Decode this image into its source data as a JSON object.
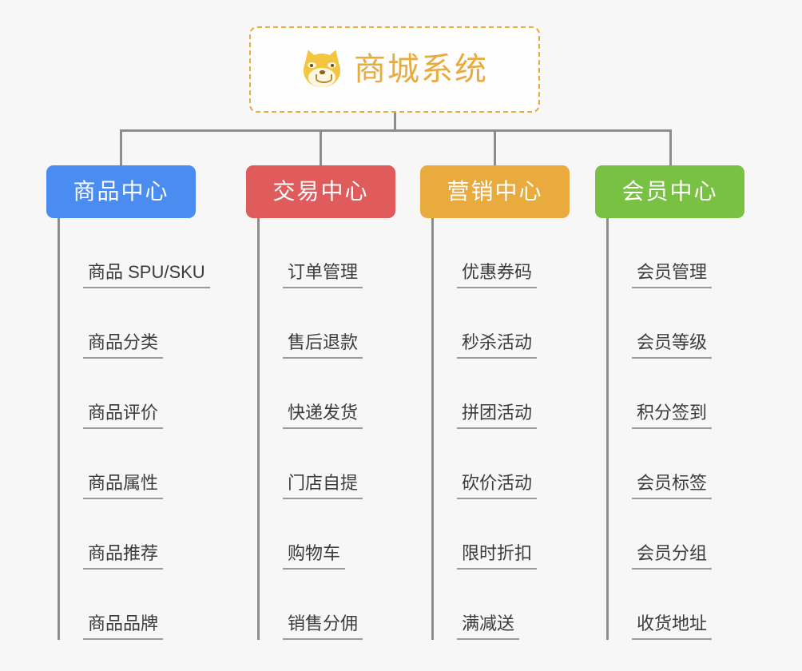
{
  "root": {
    "title": "商城系统",
    "icon": "shiba-inu-icon",
    "border_color": "#e9ab3e",
    "text_color": "#e9ab3e"
  },
  "connector_color": "#8d8d8d",
  "background_color": "#f7f7f7",
  "categories": [
    {
      "label": "商品中心",
      "color": "#4a8cf0",
      "items": [
        "商品 SPU/SKU",
        "商品分类",
        "商品评价",
        "商品属性",
        "商品推荐",
        "商品品牌"
      ]
    },
    {
      "label": "交易中心",
      "color": "#e05b5b",
      "items": [
        "订单管理",
        "售后退款",
        "快递发货",
        "门店自提",
        "购物车",
        "销售分佣"
      ]
    },
    {
      "label": "营销中心",
      "color": "#e9ab3e",
      "items": [
        "优惠券码",
        "秒杀活动",
        "拼团活动",
        "砍价活动",
        "限时折扣",
        "满减送"
      ]
    },
    {
      "label": "会员中心",
      "color": "#78c142",
      "items": [
        "会员管理",
        "会员等级",
        "积分签到",
        "会员标签",
        "会员分组",
        "收货地址"
      ]
    }
  ]
}
